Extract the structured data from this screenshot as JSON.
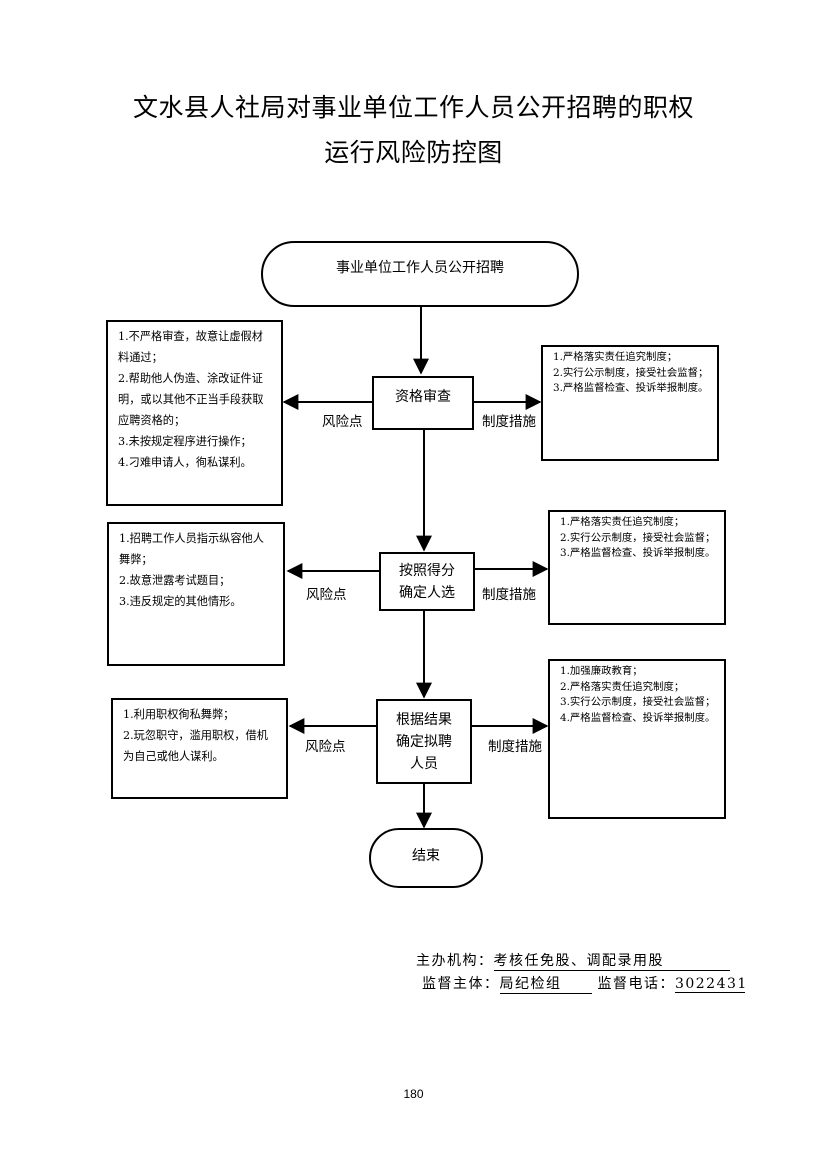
{
  "title": {
    "line1": "文水县人社局对事业单位工作人员公开招聘的职权",
    "line2": "运行风险防控图"
  },
  "start": "事业单位工作人员公开招聘",
  "end": "结束",
  "steps": [
    {
      "label": "资格审查",
      "risk_label": "风险点",
      "measure_label": "制度措施",
      "risks": [
        "1.不严格审查，故意让虚假材料通过；",
        "2.帮助他人伪造、涂改证件证明，或以其他不正当手段获取应聘资格的；",
        "3.未按规定程序进行操作；",
        "4.刁难申请人，徇私谋利。"
      ],
      "measures": [
        "1.严格落实责任追究制度；",
        "2.实行公示制度，接受社会监督；",
        "3.严格监督检查、投诉举报制度。"
      ]
    },
    {
      "label": "按照得分确定人选",
      "risk_label": "风险点",
      "measure_label": "制度措施",
      "risks": [
        "1.招聘工作人员指示纵容他人舞弊；",
        "2.故意泄露考试题目；",
        "3.违反规定的其他情形。"
      ],
      "measures": [
        "1.严格落实责任追究制度；",
        "2.实行公示制度，接受社会监督；",
        "3.严格监督检查、投诉举报制度。"
      ]
    },
    {
      "label": "根据结果确定拟聘人员",
      "risk_label": "风险点",
      "measure_label": "制度措施",
      "risks": [
        "1.利用职权徇私舞弊；",
        "2.玩忽职守，滥用职权，借机为自己或他人谋利。"
      ],
      "measures": [
        "1.加强廉政教育；",
        "2.严格落实责任追究制度；",
        "3.实行公示制度，接受社会监督；",
        "4.严格监督检查、投诉举报制度。"
      ]
    }
  ],
  "footer": {
    "host_label": "主办机构：",
    "host_value": "考核任免股、调配录用股",
    "supervisor_label": "监督主体：",
    "supervisor_value": "局纪检组",
    "phone_label": "监督电话：",
    "phone_value": "3022431"
  },
  "page_number": "180"
}
